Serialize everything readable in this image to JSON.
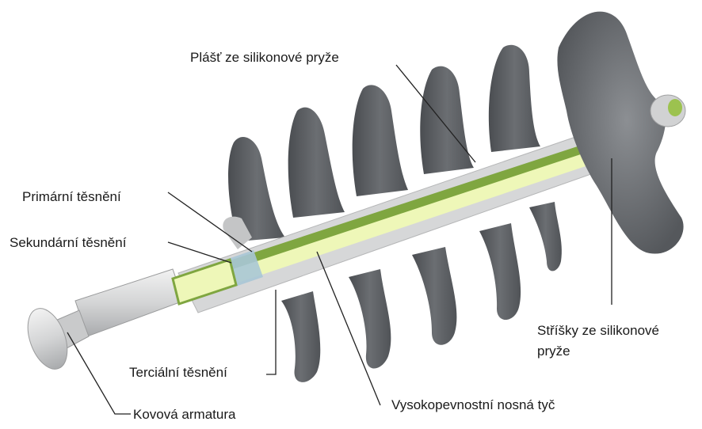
{
  "colors": {
    "shed_gray": "#5f6266",
    "shed_light": "#8a8d91",
    "housing_light": "#d9dadb",
    "rod_yellow": "#eef7b8",
    "rod_green": "#7fa640",
    "fitting_gray": "#c9cacb",
    "primary_seal": "#a9c7d6",
    "line": "#222222"
  },
  "labels": {
    "housing": "Plášť ze silikonové pryže",
    "primary_seal": "Primární těsnění",
    "secondary_seal": "Sekundární těsnění",
    "sheds": "Stříšky ze silikonové\npryže",
    "tertiary_seal": "Terciální těsnění",
    "rod": "Vysokopevnostní nosná tyč",
    "fitting": "Kovová armatura"
  }
}
